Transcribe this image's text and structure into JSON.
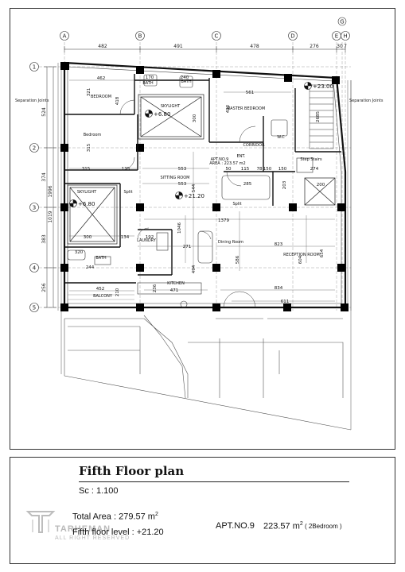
{
  "grid": {
    "columns": [
      "A",
      "B",
      "C",
      "D",
      "E",
      "G",
      "H"
    ],
    "rows": [
      "1",
      "2",
      "3",
      "4",
      "5"
    ],
    "top_dims": [
      "482",
      "491",
      "478",
      "276",
      "30",
      "7"
    ],
    "left_dims": [
      "524",
      "374",
      "383",
      "256"
    ],
    "left_total": "1996",
    "left_sub": "1019"
  },
  "rooms": {
    "bedroom_1": "BEDROOM",
    "bedroom_2": "Bedroom",
    "master_bedroom": "MASTER BEDROOM",
    "bath_1": "BATH",
    "bath_2": "BATH",
    "bath_3": "BATH",
    "skylight_1": "SKYLIGHT",
    "skylight_2": "SKYLIGHT",
    "corridor": "CORRIDOR",
    "sitting_room": "SITTING ROOM",
    "laundry": "LAUNDRY",
    "kitchen": "KITCHEN",
    "balcony": "BALCONY",
    "dining_room": "Dining Room",
    "reception_room": "RECEPTION ROOM",
    "wc": "W.C",
    "ent": "ENT.",
    "step_stair": "Step Stairs",
    "apt_label": "APT.NO.9",
    "apt_area": "AREA : 223.57 m2"
  },
  "annotations": {
    "sep_left": "Separation Joints",
    "sep_right": "Separation Joints",
    "split_1": "Split",
    "split_2": "Split",
    "level_skylight_1": "+6.80",
    "level_skylight_2": "+6.80",
    "level_sitting": "+21.20",
    "level_stair": "+23.00"
  },
  "dims": {
    "d462": "462",
    "d170": "170",
    "d240": "240",
    "d321": "321",
    "d418": "418",
    "d561": "561",
    "d422": "422",
    "d300a": "300",
    "d315a": "315",
    "d315b": "315",
    "d135": "135",
    "d553a": "553",
    "d553b": "553",
    "d50": "50",
    "d115": "115",
    "d78": "78",
    "d150a": "150",
    "d150b": "150",
    "d274": "274",
    "d285": "285",
    "d203": "203",
    "d200": "200",
    "d544": "544",
    "d1379": "1379",
    "d1046": "1046",
    "d300b": "300",
    "d134": "134",
    "d192": "192",
    "d271": "271",
    "d823": "823",
    "d604": "604",
    "d654": "654",
    "d320": "320",
    "d244": "244",
    "d586": "586",
    "d494": "494",
    "d452": "452",
    "d471": "471",
    "d834": "834",
    "d611": "611",
    "d236": "236",
    "d210": "210",
    "d2685": "2685"
  },
  "title_block": {
    "title": "Fifth Floor plan",
    "scale": "Sc : 1.100",
    "total_area": "Total Area : 279.57 m",
    "total_area_sup": "2",
    "elevation": "Fifth floor level : +21.20",
    "apt": "APT.NO.9",
    "apt_area": "223.57 m",
    "apt_area_sup": "2",
    "bedrooms": "( 2Bedroom )",
    "logo_name": "TARHEMAN",
    "logo_sub": "ALL RIGHT RESERVED"
  }
}
